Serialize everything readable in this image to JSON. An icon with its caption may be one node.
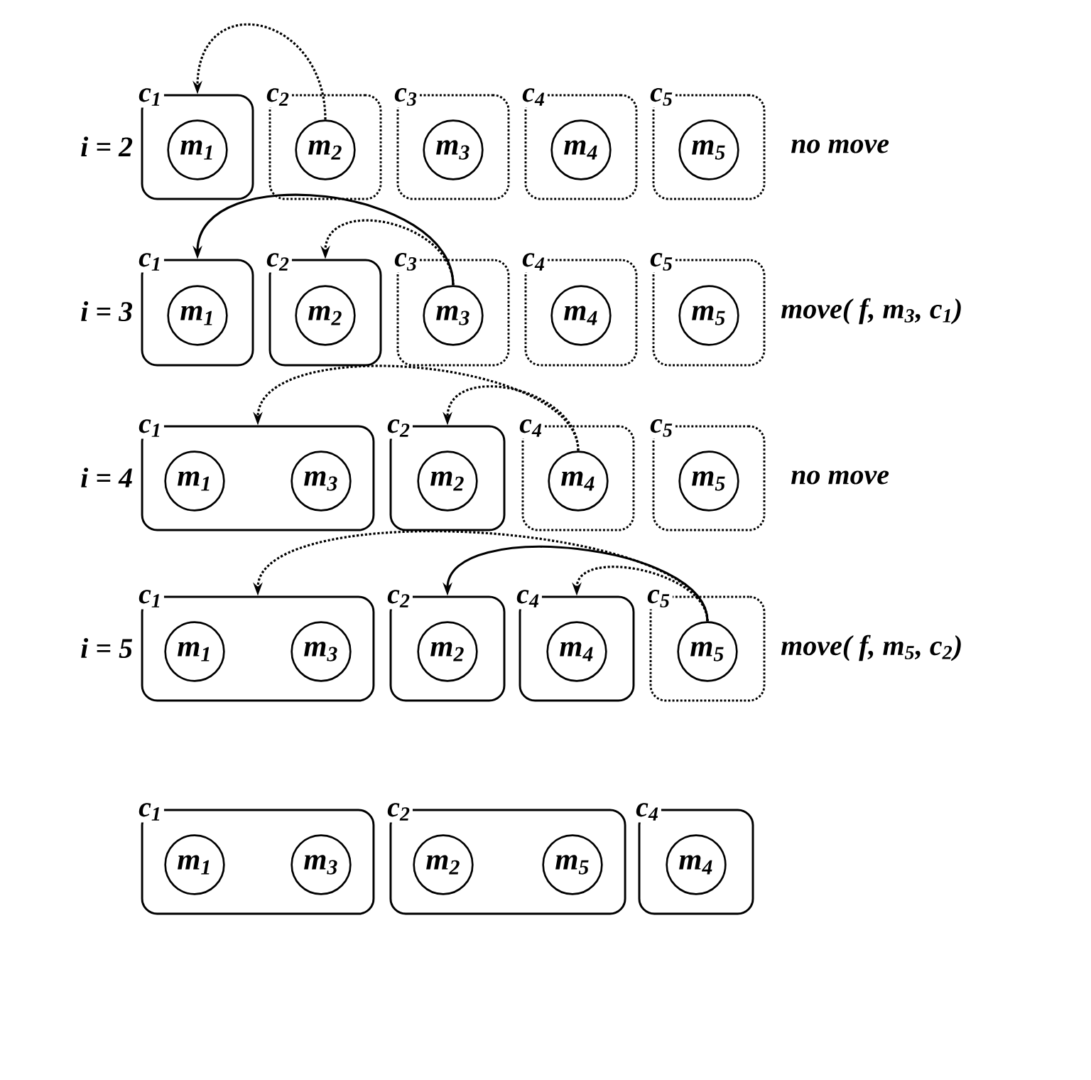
{
  "diagram": {
    "nodes": [
      {
        "text": [
          "c$_{1}$"
        ]
      },
      {
        "text": [
          "m$_{1}$"
        ],
        "in": 0
      },
      {
        "text": [
          "c$_{2}$"
        ]
      },
      {
        "text": [
          "m$_{2}$"
        ],
        "in": 2
      },
      {
        "text": [
          "c$_{3}$"
        ]
      },
      {
        "text": [
          "m$_{3}$"
        ],
        "in": 4
      },
      {
        "text": [
          "c$_{4}$"
        ]
      },
      {
        "text": [
          "m$_{4}$"
        ],
        "in": 6
      },
      {
        "text": [
          "c$_{5}$"
        ]
      },
      {
        "text": [
          "m$_{5}$"
        ],
        "in": 8
      },
      {
        "text": [
          "c$_{1}$"
        ]
      },
      {
        "text": [
          "m$_{1}$"
        ],
        "in": 10
      },
      {
        "text": [
          "c$_{2}$"
        ]
      },
      {
        "text": [
          "m$_{2}$"
        ],
        "in": 12
      },
      {
        "text": [
          "c$_{3}$"
        ]
      },
      {
        "text": [
          "m$_{3}$"
        ],
        "in": 14
      },
      {
        "text": [
          "c$_{4}$"
        ]
      },
      {
        "text": [
          "m$_{4}$"
        ],
        "in": 16
      },
      {
        "text": [
          "c$_{5}$"
        ]
      },
      {
        "text": [
          "m$_{5}$"
        ],
        "in": 18
      },
      {
        "text": [
          "c$_{1}$"
        ]
      },
      {
        "text": [
          "m$_{1}$"
        ],
        "in": 20
      },
      {
        "text": [
          "m$_{3}$"
        ],
        "in": 20
      },
      {
        "text": [
          "c$_{2}$"
        ]
      },
      {
        "text": [
          "m$_{2}$"
        ],
        "in": 23
      },
      {
        "text": [
          "c$_{4}$"
        ]
      },
      {
        "text": [
          "m$_{4}$"
        ],
        "in": 25
      },
      {
        "text": [
          "c$_{5}$"
        ]
      },
      {
        "text": [
          "m$_{5}$"
        ],
        "in": 27
      },
      {
        "text": [
          "c$_{1}$"
        ]
      },
      {
        "text": [
          "m$_{1}$"
        ],
        "in": 29
      },
      {
        "text": [
          "m$_{3}$"
        ],
        "in": 29
      },
      {
        "text": [
          "c$_{2}$"
        ]
      },
      {
        "text": [
          "m$_{2}$"
        ],
        "in": 32
      },
      {
        "text": [
          "c$_{4}$"
        ]
      },
      {
        "text": [
          "m$_{4}$"
        ],
        "in": 34
      },
      {
        "text": [
          "c$_{5}$"
        ]
      },
      {
        "text": [
          "m$_{5}$"
        ],
        "in": 36
      },
      {
        "text": [
          "c$_{1}$"
        ]
      },
      {
        "text": [
          "m$_{1}$"
        ],
        "in": 38
      },
      {
        "text": [
          "m$_{3}$"
        ],
        "in": 38
      },
      {
        "text": [
          "c$_{2}$"
        ]
      },
      {
        "text": [
          "m$_{2}$"
        ],
        "in": 41
      },
      {
        "text": [
          "m$_{5}$"
        ],
        "in": 41
      },
      {
        "text": [
          "c$_{4}$"
        ]
      },
      {
        "text": [
          "m$_{4}$"
        ],
        "in": 44
      }
    ],
    "edges": [
      {
        "from": 3,
        "to": 0,
        "arrow": "to",
        "style": "dashed"
      },
      {
        "from": 15,
        "to": 10,
        "arrow": "to"
      },
      {
        "from": 15,
        "to": 12,
        "arrow": "to",
        "style": "dashed"
      },
      {
        "from": 26,
        "to": 20,
        "arrow": "to",
        "style": "dashed"
      },
      {
        "from": 26,
        "to": 23,
        "arrow": "to",
        "style": "dashed"
      },
      {
        "from": 37,
        "to": 29,
        "arrow": "to",
        "style": "dashed"
      },
      {
        "from": 37,
        "to": 32,
        "arrow": "to"
      },
      {
        "from": 37,
        "to": 34,
        "arrow": "to",
        "style": "dashed"
      }
    ],
    "labels": [
      "i = 2",
      "no move",
      "i = 3",
      "move( f, m$_{3}$, c$_{1}$)",
      "i = 4",
      "no move",
      "i = 5",
      "move( f, m$_{5}$, c$_{2}$)"
    ]
  }
}
